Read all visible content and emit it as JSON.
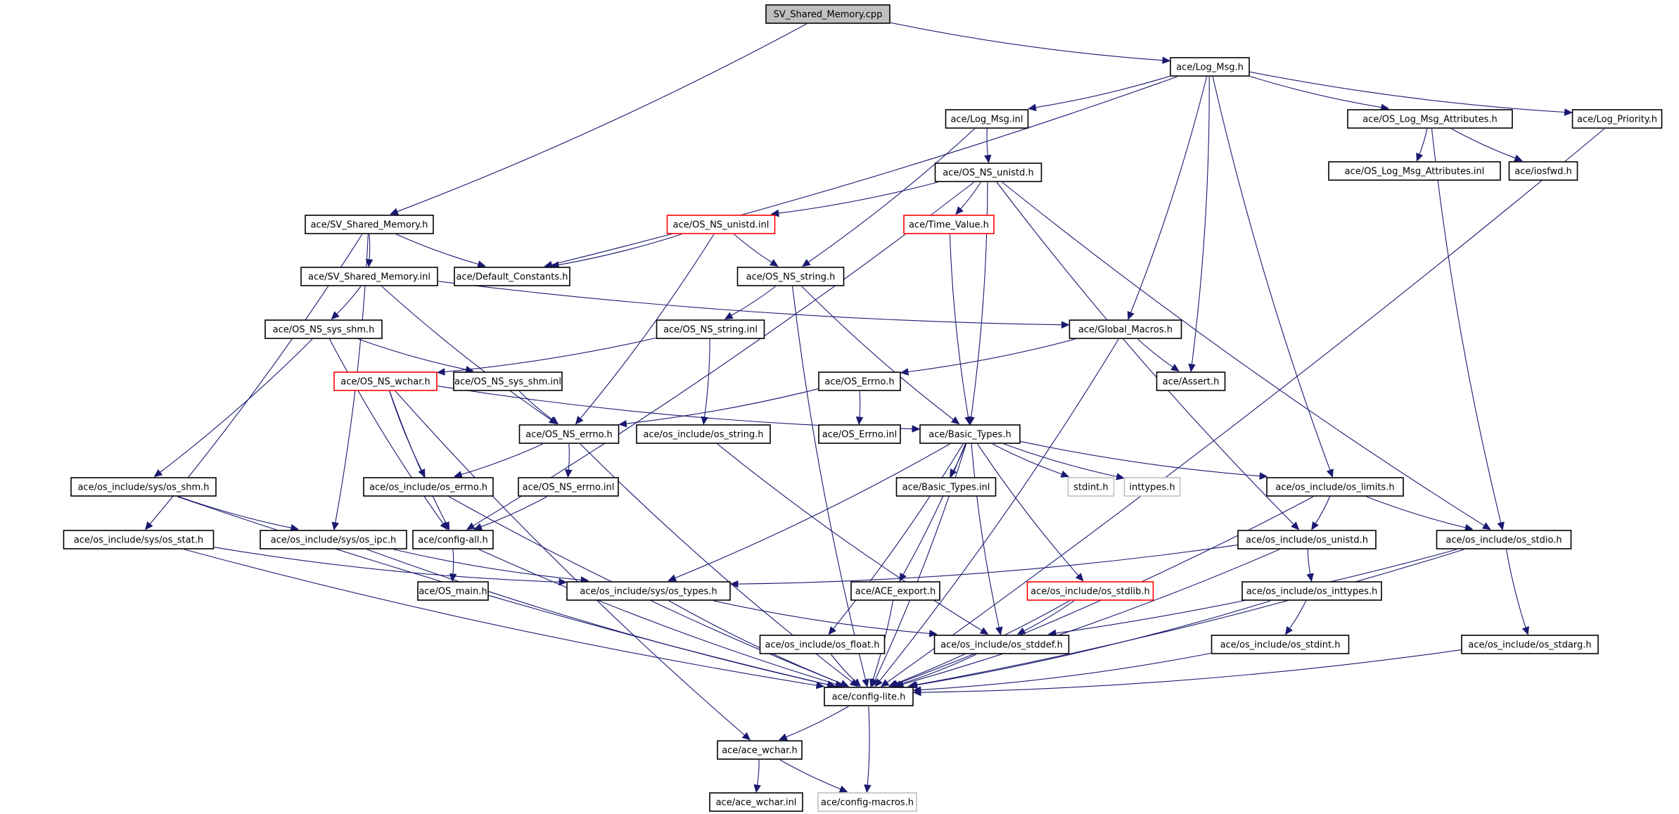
{
  "colors": {
    "edge": "#191970",
    "node_border": "#000000",
    "node_border_undocumented": "#ff0000",
    "node_border_external": "#bfbfbf",
    "root_fill": "#bfbfbf",
    "node_fill": "#ffffff"
  },
  "nodes": [
    {
      "id": "n0",
      "label": "SV_Shared_Memory.cpp",
      "kind": "root"
    },
    {
      "id": "n1",
      "label": "ace/Log_Msg.h",
      "kind": "normal"
    },
    {
      "id": "n2",
      "label": "ace/Log_Msg.inl",
      "kind": "normal"
    },
    {
      "id": "n3",
      "label": "ace/OS_Log_Msg_Attributes.h",
      "kind": "normal"
    },
    {
      "id": "n4",
      "label": "ace/Log_Priority.h",
      "kind": "normal"
    },
    {
      "id": "n5",
      "label": "ace/OS_NS_unistd.h",
      "kind": "normal"
    },
    {
      "id": "n6",
      "label": "ace/OS_Log_Msg_Attributes.inl",
      "kind": "normal"
    },
    {
      "id": "n7",
      "label": "ace/iosfwd.h",
      "kind": "normal"
    },
    {
      "id": "n8",
      "label": "ace/SV_Shared_Memory.h",
      "kind": "normal"
    },
    {
      "id": "n9",
      "label": "ace/OS_NS_unistd.inl",
      "kind": "red"
    },
    {
      "id": "n10",
      "label": "ace/Time_Value.h",
      "kind": "red"
    },
    {
      "id": "n11",
      "label": "ace/SV_Shared_Memory.inl",
      "kind": "normal"
    },
    {
      "id": "n12",
      "label": "ace/Default_Constants.h",
      "kind": "normal"
    },
    {
      "id": "n13",
      "label": "ace/OS_NS_string.h",
      "kind": "normal"
    },
    {
      "id": "n14",
      "label": "ace/OS_NS_sys_shm.h",
      "kind": "normal"
    },
    {
      "id": "n15",
      "label": "ace/OS_NS_string.inl",
      "kind": "normal"
    },
    {
      "id": "n16",
      "label": "ace/Global_Macros.h",
      "kind": "normal"
    },
    {
      "id": "n17",
      "label": "ace/OS_NS_wchar.h",
      "kind": "red"
    },
    {
      "id": "n18",
      "label": "ace/OS_NS_sys_shm.inl",
      "kind": "normal"
    },
    {
      "id": "n19",
      "label": "ace/OS_Errno.h",
      "kind": "normal"
    },
    {
      "id": "n20",
      "label": "ace/Assert.h",
      "kind": "normal"
    },
    {
      "id": "n21",
      "label": "ace/OS_NS_errno.h",
      "kind": "normal"
    },
    {
      "id": "n22",
      "label": "ace/os_include/os_string.h",
      "kind": "normal"
    },
    {
      "id": "n23",
      "label": "ace/OS_Errno.inl",
      "kind": "normal"
    },
    {
      "id": "n24",
      "label": "ace/Basic_Types.h",
      "kind": "normal"
    },
    {
      "id": "n25",
      "label": "ace/os_include/sys/os_shm.h",
      "kind": "normal"
    },
    {
      "id": "n26",
      "label": "ace/os_include/os_errno.h",
      "kind": "normal"
    },
    {
      "id": "n27",
      "label": "ace/OS_NS_errno.inl",
      "kind": "normal"
    },
    {
      "id": "n28",
      "label": "ace/Basic_Types.inl",
      "kind": "normal"
    },
    {
      "id": "n29",
      "label": "stdint.h",
      "kind": "gray"
    },
    {
      "id": "n30",
      "label": "inttypes.h",
      "kind": "gray"
    },
    {
      "id": "n31",
      "label": "ace/os_include/os_limits.h",
      "kind": "normal"
    },
    {
      "id": "n32",
      "label": "ace/os_include/sys/os_stat.h",
      "kind": "normal"
    },
    {
      "id": "n33",
      "label": "ace/os_include/sys/os_ipc.h",
      "kind": "normal"
    },
    {
      "id": "n34",
      "label": "ace/config-all.h",
      "kind": "normal"
    },
    {
      "id": "n35",
      "label": "ace/os_include/os_unistd.h",
      "kind": "normal"
    },
    {
      "id": "n36",
      "label": "ace/os_include/os_stdio.h",
      "kind": "normal"
    },
    {
      "id": "n37",
      "label": "ace/OS_main.h",
      "kind": "normal"
    },
    {
      "id": "n38",
      "label": "ace/os_include/sys/os_types.h",
      "kind": "normal"
    },
    {
      "id": "n39",
      "label": "ace/ACE_export.h",
      "kind": "normal"
    },
    {
      "id": "n40",
      "label": "ace/os_include/os_stdlib.h",
      "kind": "red"
    },
    {
      "id": "n41",
      "label": "ace/os_include/os_inttypes.h",
      "kind": "normal"
    },
    {
      "id": "n42",
      "label": "ace/os_include/os_float.h",
      "kind": "normal"
    },
    {
      "id": "n43",
      "label": "ace/os_include/os_stddef.h",
      "kind": "normal"
    },
    {
      "id": "n44",
      "label": "ace/os_include/os_stdint.h",
      "kind": "normal"
    },
    {
      "id": "n45",
      "label": "ace/os_include/os_stdarg.h",
      "kind": "normal"
    },
    {
      "id": "n46",
      "label": "ace/config-lite.h",
      "kind": "normal"
    },
    {
      "id": "n47",
      "label": "ace/ace_wchar.h",
      "kind": "normal"
    },
    {
      "id": "n48",
      "label": "ace/ace_wchar.inl",
      "kind": "normal"
    },
    {
      "id": "n49",
      "label": "ace/config-macros.h",
      "kind": "gray"
    }
  ],
  "edges": [
    [
      "n0",
      "n1"
    ],
    [
      "n0",
      "n8"
    ],
    [
      "n1",
      "n2"
    ],
    [
      "n1",
      "n3"
    ],
    [
      "n1",
      "n4"
    ],
    [
      "n1",
      "n12"
    ],
    [
      "n1",
      "n16"
    ],
    [
      "n1",
      "n20"
    ],
    [
      "n1",
      "n31"
    ],
    [
      "n2",
      "n5"
    ],
    [
      "n2",
      "n13"
    ],
    [
      "n3",
      "n6"
    ],
    [
      "n3",
      "n7"
    ],
    [
      "n3",
      "n36"
    ],
    [
      "n4",
      "n46"
    ],
    [
      "n5",
      "n9"
    ],
    [
      "n5",
      "n10"
    ],
    [
      "n5",
      "n24"
    ],
    [
      "n5",
      "n34"
    ],
    [
      "n5",
      "n35"
    ],
    [
      "n5",
      "n36"
    ],
    [
      "n8",
      "n11"
    ],
    [
      "n8",
      "n12"
    ],
    [
      "n8",
      "n33"
    ],
    [
      "n8",
      "n32"
    ],
    [
      "n9",
      "n12"
    ],
    [
      "n9",
      "n13"
    ],
    [
      "n9",
      "n21"
    ],
    [
      "n10",
      "n24"
    ],
    [
      "n11",
      "n14"
    ],
    [
      "n11",
      "n16"
    ],
    [
      "n11",
      "n21"
    ],
    [
      "n13",
      "n15"
    ],
    [
      "n13",
      "n24"
    ],
    [
      "n13",
      "n46"
    ],
    [
      "n14",
      "n18"
    ],
    [
      "n14",
      "n25"
    ],
    [
      "n14",
      "n34"
    ],
    [
      "n15",
      "n17"
    ],
    [
      "n15",
      "n22"
    ],
    [
      "n16",
      "n19"
    ],
    [
      "n16",
      "n20"
    ],
    [
      "n16",
      "n46"
    ],
    [
      "n17",
      "n24"
    ],
    [
      "n17",
      "n26"
    ],
    [
      "n17",
      "n34"
    ],
    [
      "n17",
      "n47"
    ],
    [
      "n18",
      "n21"
    ],
    [
      "n19",
      "n21"
    ],
    [
      "n19",
      "n23"
    ],
    [
      "n21",
      "n26"
    ],
    [
      "n21",
      "n27"
    ],
    [
      "n21",
      "n46"
    ],
    [
      "n22",
      "n43"
    ],
    [
      "n24",
      "n28"
    ],
    [
      "n24",
      "n29"
    ],
    [
      "n24",
      "n30"
    ],
    [
      "n24",
      "n31"
    ],
    [
      "n24",
      "n38"
    ],
    [
      "n24",
      "n39"
    ],
    [
      "n24",
      "n40"
    ],
    [
      "n24",
      "n42"
    ],
    [
      "n24",
      "n43"
    ],
    [
      "n24",
      "n46"
    ],
    [
      "n25",
      "n33"
    ],
    [
      "n25",
      "n46"
    ],
    [
      "n26",
      "n46"
    ],
    [
      "n27",
      "n34"
    ],
    [
      "n31",
      "n35"
    ],
    [
      "n31",
      "n36"
    ],
    [
      "n31",
      "n46"
    ],
    [
      "n32",
      "n38"
    ],
    [
      "n32",
      "n46"
    ],
    [
      "n33",
      "n38"
    ],
    [
      "n33",
      "n46"
    ],
    [
      "n34",
      "n37"
    ],
    [
      "n34",
      "n46"
    ],
    [
      "n35",
      "n38"
    ],
    [
      "n35",
      "n41"
    ],
    [
      "n35",
      "n46"
    ],
    [
      "n36",
      "n43"
    ],
    [
      "n36",
      "n45"
    ],
    [
      "n36",
      "n46"
    ],
    [
      "n38",
      "n43"
    ],
    [
      "n38",
      "n46"
    ],
    [
      "n39",
      "n46"
    ],
    [
      "n40",
      "n43"
    ],
    [
      "n40",
      "n46"
    ],
    [
      "n41",
      "n44"
    ],
    [
      "n41",
      "n46"
    ],
    [
      "n42",
      "n46"
    ],
    [
      "n43",
      "n46"
    ],
    [
      "n44",
      "n46"
    ],
    [
      "n45",
      "n46"
    ],
    [
      "n46",
      "n47"
    ],
    [
      "n46",
      "n49"
    ],
    [
      "n47",
      "n48"
    ],
    [
      "n47",
      "n49"
    ]
  ]
}
